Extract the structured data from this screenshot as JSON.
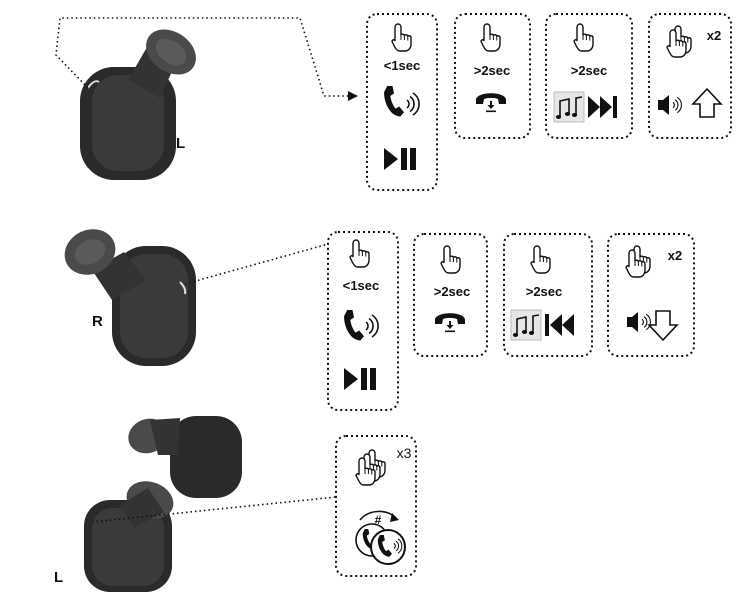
{
  "earbud_labels": {
    "top": "L",
    "middle": "R",
    "bottom": "L"
  },
  "rows": {
    "left": [
      {
        "id": "l1",
        "gesture": "tap",
        "duration": "<1sec",
        "functions": [
          "answer-call",
          "play-pause"
        ]
      },
      {
        "id": "l2",
        "gesture": "hold",
        "duration": ">2sec",
        "functions": [
          "hang-up-call"
        ]
      },
      {
        "id": "l3",
        "gesture": "hold",
        "duration": ">2sec",
        "functions": [
          "music-next-track"
        ]
      },
      {
        "id": "l4",
        "gesture": "double-tap",
        "count": "x2",
        "functions": [
          "volume-up"
        ]
      }
    ],
    "right": [
      {
        "id": "r1",
        "gesture": "tap",
        "duration": "<1sec",
        "functions": [
          "answer-call",
          "play-pause"
        ]
      },
      {
        "id": "r2",
        "gesture": "hold",
        "duration": ">2sec",
        "functions": [
          "hang-up-call"
        ]
      },
      {
        "id": "r3",
        "gesture": "hold",
        "duration": ">2sec",
        "functions": [
          "music-previous-track"
        ]
      },
      {
        "id": "r4",
        "gesture": "double-tap",
        "count": "x2",
        "functions": [
          "volume-down"
        ]
      }
    ],
    "pair": [
      {
        "id": "p1",
        "gesture": "triple-tap",
        "count": "x3",
        "functions": [
          "swap-calls"
        ]
      }
    ]
  },
  "colors": {
    "ink": "#111111",
    "earbud": "#2a2a2a",
    "earbud_tip": "#4a4a4a",
    "note_bg": "#e6e6e6"
  }
}
